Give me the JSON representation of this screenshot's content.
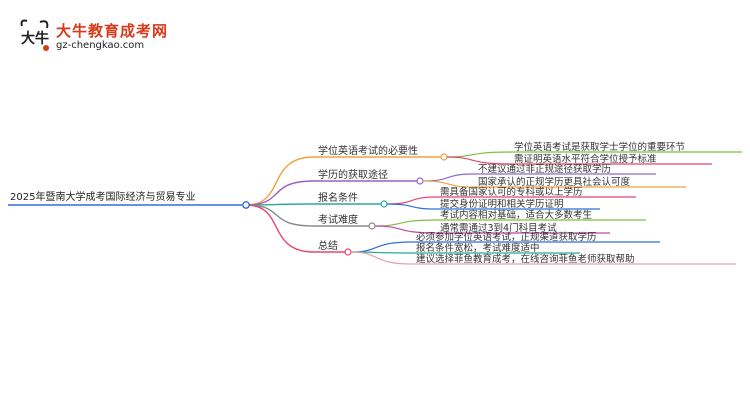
{
  "logo": {
    "title": "大牛教育成考网",
    "url": "gz-chengkao.com",
    "mark_text": "大牛"
  },
  "mindmap": {
    "root": "2025年暨南大学成考国际经济与贸易专业",
    "branches": [
      {
        "label": "学位英语考试的必要性",
        "color": "#f2a23c",
        "leaves": [
          {
            "text": "学位英语考试是获取学士学位的重要环节",
            "color": "#7fbf3f"
          },
          {
            "text": "需证明英语水平符合学位授予标准",
            "color": "#e8456c"
          }
        ]
      },
      {
        "label": "学历的获取途径",
        "color": "#9a5fc8",
        "leaves": [
          {
            "text": "不建议通过非正规途径获取学历",
            "color": "#8a6cc8"
          },
          {
            "text": "国家承认的正规学历更具社会认可度",
            "color": "#f2a23c"
          }
        ]
      },
      {
        "label": "报名条件",
        "color": "#2aa8a0",
        "leaves": [
          {
            "text": "需具备国家认可的专科或以上学历",
            "color": "#e8456c"
          },
          {
            "text": "提交身份证明和相关学历证明",
            "color": "#2f6fd6"
          }
        ]
      },
      {
        "label": "考试难度",
        "color": "#8a8a8a",
        "leaves": [
          {
            "text": "考试内容相对基础，适合大多数考生",
            "color": "#7fbf3f"
          },
          {
            "text": "通常需通过3到4门科目考试",
            "color": "#c04ab0"
          }
        ]
      },
      {
        "label": "总结",
        "color": "#e8456c",
        "leaves": [
          {
            "text": "必须参加学位英语考试，正规渠道获取学历",
            "color": "#2f6fd6"
          },
          {
            "text": "报名条件宽松，考试难度适中",
            "color": "#2aa8a0"
          },
          {
            "text": "建议选择菲鱼教育成考，在线咨询菲鱼老师获取帮助",
            "color": "#e8a0b0"
          }
        ]
      }
    ]
  },
  "colors": {
    "root_line": "#2f6fd6",
    "node_fill": "#ffffff"
  }
}
